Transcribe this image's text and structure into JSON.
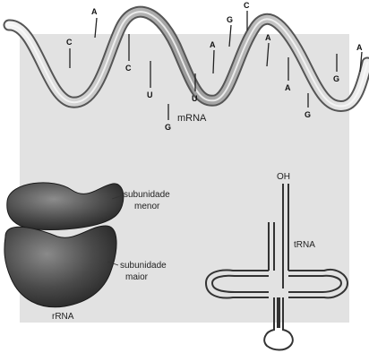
{
  "mrna": {
    "label": "mRNA",
    "bases_top": [
      "A",
      "C",
      "G",
      "C",
      "A",
      "A",
      "A"
    ],
    "bases_bottom": [
      "C",
      "U",
      "U",
      "G",
      "A",
      "G",
      "G"
    ]
  },
  "rrna": {
    "label": "rRNA",
    "small_subunit": [
      "subunidade",
      "menor"
    ],
    "large_subunit": [
      "subunidade",
      "maior"
    ]
  },
  "trna": {
    "label": "tRNA",
    "end_label": "OH"
  },
  "colors": {
    "panel": "#e2e2e2",
    "ribbon_light": "#f2f2f2",
    "ribbon_dark": "#6e6e6e",
    "subunit_fill": "#565656",
    "trna_stroke": "#333333"
  }
}
